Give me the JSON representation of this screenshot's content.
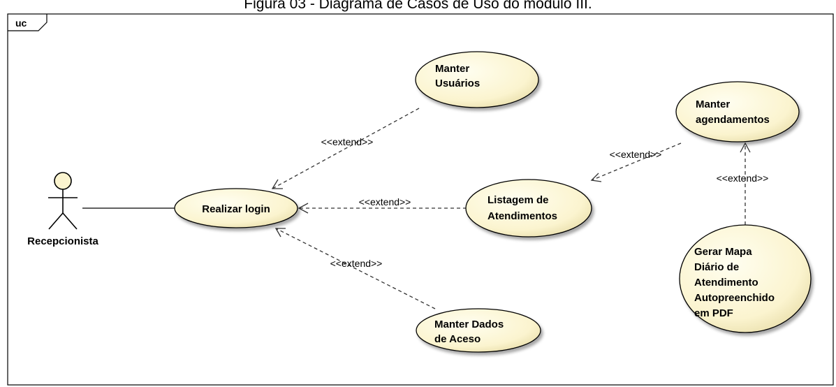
{
  "caption": "Figura 03 - Diagrama de Casos de Uso do módulo III.",
  "frame": {
    "label": "uc"
  },
  "actor": {
    "name": "Recepcionista"
  },
  "use_cases": {
    "realizar_login": {
      "lines": [
        "Realizar login"
      ]
    },
    "manter_usuarios": {
      "lines": [
        "Manter",
        "Usuários"
      ]
    },
    "listagem_atendimentos": {
      "lines": [
        "Listagem de",
        "Atendimentos"
      ]
    },
    "manter_dados_acesso": {
      "lines": [
        "Manter Dados",
        "de Aceso"
      ]
    },
    "manter_agendamentos": {
      "lines": [
        "Manter",
        "agendamentos"
      ]
    },
    "gerar_mapa": {
      "lines": [
        "Gerar Mapa",
        "Diário de",
        "Atendimento",
        "Autopreenchido",
        "em PDF"
      ]
    }
  },
  "relations": {
    "usuarios_login": "<<extend>>",
    "listagem_login": "<<extend>>",
    "dados_login": "<<extend>>",
    "agendamentos_listagem": "<<extend>>",
    "mapa_agendamentos": "<<extend>>"
  },
  "colors": {
    "usecase_fill": "#fbf6d8",
    "usecase_stroke": "#000000",
    "line": "#333333"
  }
}
